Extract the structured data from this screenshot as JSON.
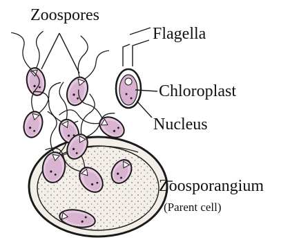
{
  "diagram": {
    "labels": {
      "zoospores": "Zoospores",
      "flagella": "Flagella",
      "chloroplast": "Chloroplast",
      "nucleus": "Nucleus",
      "zoosporangium": "Zoosporangium",
      "parent_cell": "(Parent cell)"
    },
    "colors": {
      "ink": "#1a1a1a",
      "cell_fill": "#e6c9e0",
      "cell_fill_dark": "#c79bbf",
      "nucleus_fill": "#ffffff",
      "sporangium_fill": "#f4f0ea",
      "dots": "#777777"
    }
  }
}
